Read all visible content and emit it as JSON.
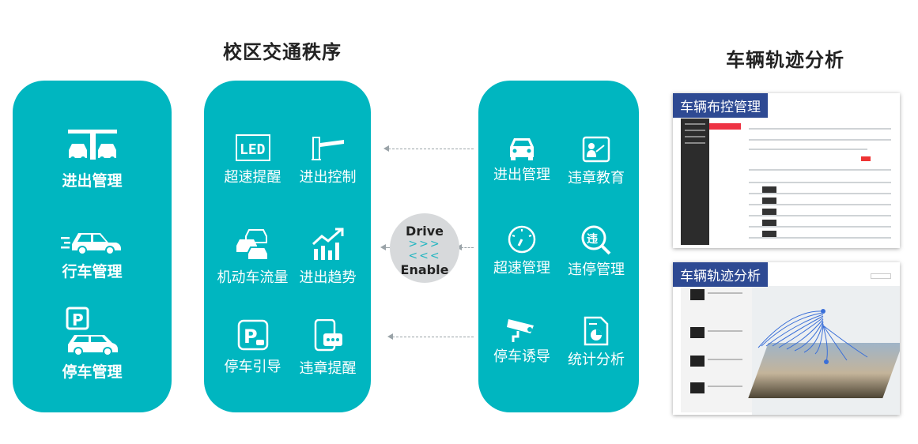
{
  "headings": {
    "left": "校区交通秩序",
    "right": "车辆轨迹分析"
  },
  "panel_left": {
    "items": [
      {
        "label": "进出管理",
        "icon": "gate-cars-icon"
      },
      {
        "label": "行车管理",
        "icon": "moving-car-icon"
      },
      {
        "label": "停车管理",
        "icon": "parking-car-icon"
      }
    ]
  },
  "panel_mid": {
    "items": [
      {
        "label": "超速提醒",
        "icon": "led-sign-icon"
      },
      {
        "label": "进出控制",
        "icon": "barrier-gate-icon"
      },
      {
        "label": "机动车流量",
        "icon": "car-traffic-icon"
      },
      {
        "label": "进出趋势",
        "icon": "trend-chart-icon"
      },
      {
        "label": "停车引导",
        "icon": "parking-guide-icon"
      },
      {
        "label": "违章提醒",
        "icon": "phone-message-icon"
      }
    ]
  },
  "drive": {
    "line1": "Drive",
    "line2": "Enable",
    "chev_right": ">>>",
    "chev_left": "<<<"
  },
  "panel_right": {
    "items": [
      {
        "label": "进出管理",
        "icon": "car-front-icon"
      },
      {
        "label": "违章教育",
        "icon": "teacher-board-icon"
      },
      {
        "label": "超速管理",
        "icon": "speedometer-icon"
      },
      {
        "label": "违停管理",
        "icon": "search-violation-icon"
      },
      {
        "label": "停车诱导",
        "icon": "camera-icon"
      },
      {
        "label": "统计分析",
        "icon": "report-chart-icon"
      }
    ]
  },
  "screenshots": [
    {
      "title": "车辆布控管理"
    },
    {
      "title": "车辆轨迹分析"
    }
  ],
  "colors": {
    "panel": "#00b6c0",
    "title_bg": "#2e4a93",
    "drive_bg": "#d7d9db"
  }
}
